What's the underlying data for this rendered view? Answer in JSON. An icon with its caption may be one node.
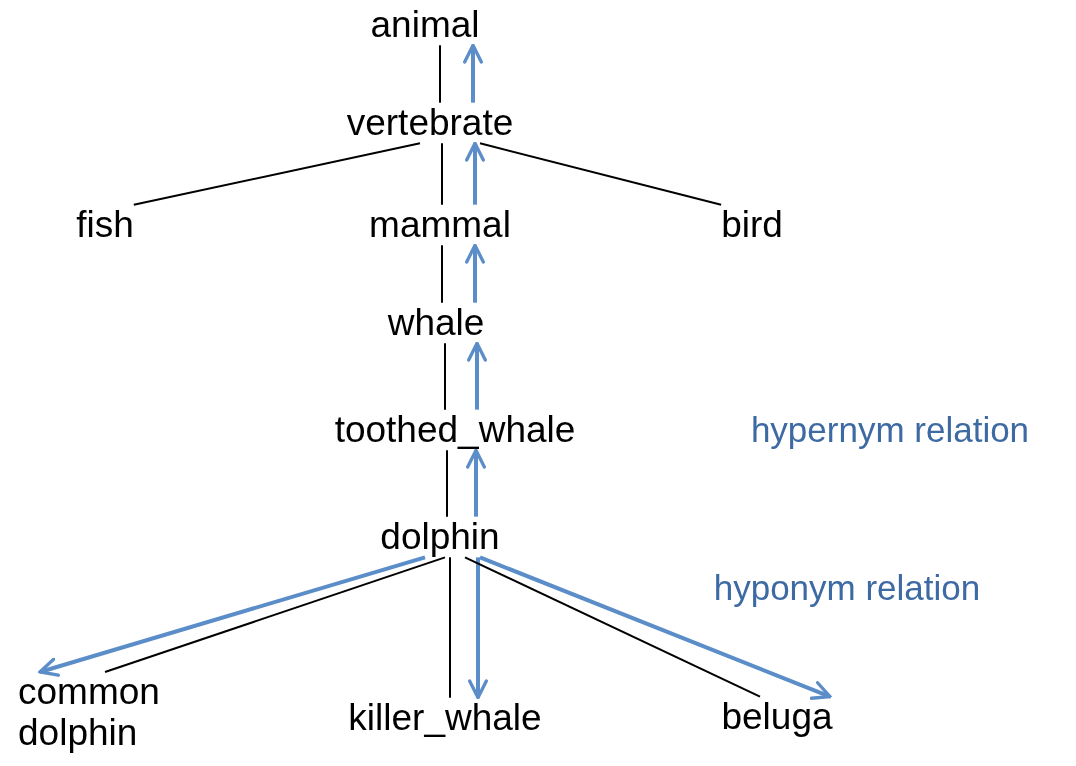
{
  "diagram": {
    "nodes": [
      {
        "text": [
          "animal"
        ]
      },
      {
        "text": [
          "vertebrate"
        ]
      },
      {
        "text": [
          "fish"
        ]
      },
      {
        "text": [
          "mammal"
        ]
      },
      {
        "text": [
          "bird"
        ]
      },
      {
        "text": [
          "whale"
        ]
      },
      {
        "text": [
          "toothed_whale"
        ]
      },
      {
        "text": [
          "dolphin"
        ]
      },
      {
        "text": [
          "common dolphin"
        ]
      },
      {
        "text": [
          "killer_whale"
        ]
      },
      {
        "text": [
          "beluga"
        ]
      }
    ],
    "edges": [
      {
        "from": 1,
        "to": 0,
        "arrow": "none"
      },
      {
        "from": 1,
        "to": 0,
        "arrow": "to",
        "style": "thick",
        "color": "#5b8dc8"
      },
      {
        "from": 1,
        "to": 2,
        "arrow": "none"
      },
      {
        "from": 1,
        "to": 3,
        "arrow": "none"
      },
      {
        "from": 3,
        "to": 1,
        "arrow": "to",
        "style": "thick",
        "color": "#5b8dc8"
      },
      {
        "from": 1,
        "to": 4,
        "arrow": "none"
      },
      {
        "from": 3,
        "to": 5,
        "arrow": "none"
      },
      {
        "from": 5,
        "to": 3,
        "arrow": "to",
        "style": "thick",
        "color": "#5b8dc8"
      },
      {
        "from": 5,
        "to": 6,
        "arrow": "none"
      },
      {
        "from": 6,
        "to": 5,
        "arrow": "to",
        "style": "thick",
        "color": "#5b8dc8"
      },
      {
        "from": 6,
        "to": 7,
        "arrow": "none"
      },
      {
        "from": 7,
        "to": 6,
        "arrow": "to",
        "style": "thick",
        "color": "#5b8dc8"
      },
      {
        "from": 7,
        "to": 8,
        "arrow": "none"
      },
      {
        "from": 7,
        "to": 8,
        "arrow": "to",
        "style": "thick",
        "color": "#5b8dc8"
      },
      {
        "from": 7,
        "to": 9,
        "arrow": "none"
      },
      {
        "from": 7,
        "to": 9,
        "arrow": "to",
        "style": "thick",
        "color": "#5b8dc8"
      },
      {
        "from": 7,
        "to": 10,
        "arrow": "none"
      },
      {
        "from": 7,
        "to": 10,
        "arrow": "to",
        "style": "thick",
        "color": "#5b8dc8"
      }
    ],
    "labels": [
      "hypernym relation",
      "hyponym relation"
    ]
  }
}
